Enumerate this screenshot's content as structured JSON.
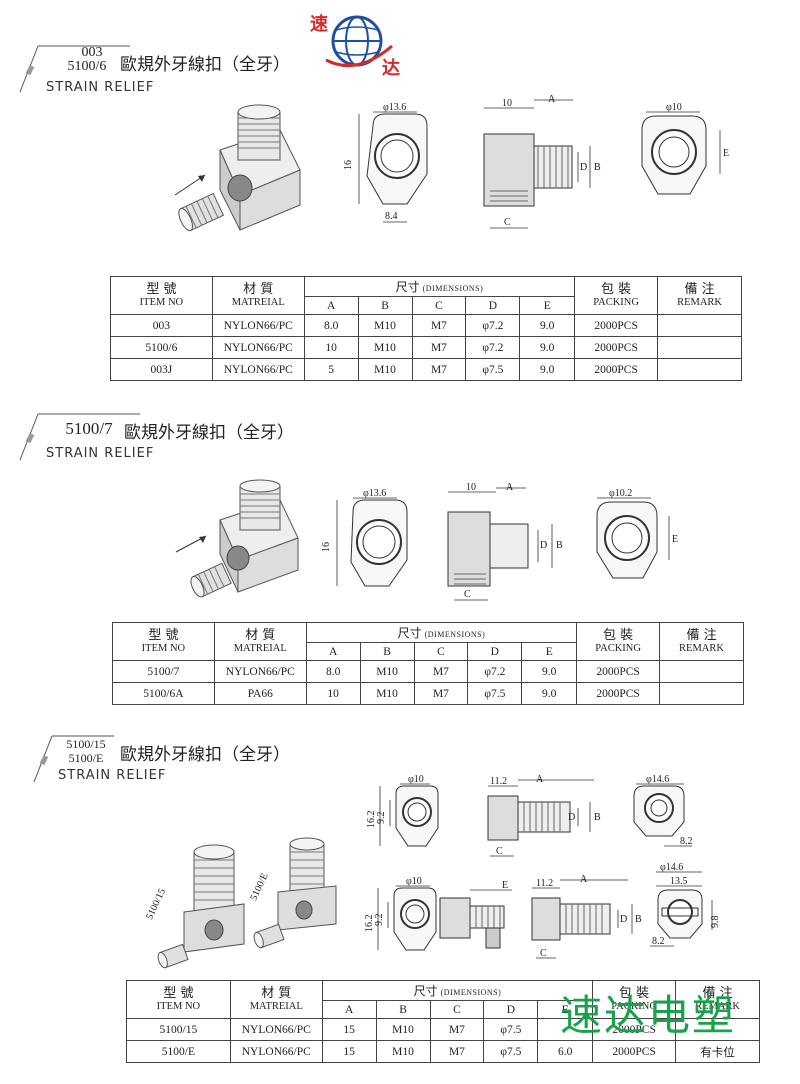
{
  "logo": {
    "char_top": "速",
    "char_bottom": "达",
    "red": "#d42a2a",
    "blue": "#1f4fa0"
  },
  "watermark": {
    "text": "速达电塑",
    "color": "#16a34a"
  },
  "sections": [
    {
      "codes": [
        "003",
        "5100/6"
      ],
      "title": "歐規外牙線扣（全牙）",
      "subtitle": "STRAIN RELIEF",
      "dims": {
        "top_left": "φ13.6",
        "left_h": "16",
        "bottom": "8.4",
        "side_top": "10",
        "A": "A",
        "B": "B",
        "C": "C",
        "D": "D",
        "E": "E",
        "right_top": "φ10"
      },
      "table": {
        "h_type_zh": "型 號",
        "h_type_en": "ITEM NO",
        "h_mat_zh": "材 質",
        "h_mat_en": "MATREIAL",
        "h_dim_zh": "尺寸",
        "h_dim_en": "(DIMENSIONS)",
        "h_pack_zh": "包 裝",
        "h_pack_en": "PACKING",
        "h_rem_zh": "備 注",
        "h_rem_en": "REMARK",
        "cols": [
          "A",
          "B",
          "C",
          "D",
          "E"
        ],
        "rows": [
          [
            "003",
            "NYLON66/PC",
            "8.0",
            "M10",
            "M7",
            "φ7.2",
            "9.0",
            "2000PCS",
            ""
          ],
          [
            "5100/6",
            "NYLON66/PC",
            "10",
            "M10",
            "M7",
            "φ7.2",
            "9.0",
            "2000PCS",
            ""
          ],
          [
            "003J",
            "NYLON66/PC",
            "5",
            "M10",
            "M7",
            "φ7.5",
            "9.0",
            "2000PCS",
            ""
          ]
        ]
      }
    },
    {
      "codes": [
        "5100/7"
      ],
      "title": "歐規外牙線扣（全牙）",
      "subtitle": "STRAIN RELIEF",
      "dims": {
        "top_left": "φ13.6",
        "left_h": "16",
        "side_top": "10",
        "A": "A",
        "B": "B",
        "C": "C",
        "D": "D",
        "E": "E",
        "right_top": "φ10.2"
      },
      "table": {
        "h_type_zh": "型 號",
        "h_type_en": "ITEM NO",
        "h_mat_zh": "材 質",
        "h_mat_en": "MATREIAL",
        "h_dim_zh": "尺寸",
        "h_dim_en": "(DIMENSIONS)",
        "h_pack_zh": "包 裝",
        "h_pack_en": "PACKING",
        "h_rem_zh": "備 注",
        "h_rem_en": "REMARK",
        "cols": [
          "A",
          "B",
          "C",
          "D",
          "E"
        ],
        "rows": [
          [
            "5100/7",
            "NYLON66/PC",
            "8.0",
            "M10",
            "M7",
            "φ7.2",
            "9.0",
            "2000PCS",
            ""
          ],
          [
            "5100/6A",
            "PA66",
            "10",
            "M10",
            "M7",
            "φ7.5",
            "9.0",
            "2000PCS",
            ""
          ]
        ]
      }
    },
    {
      "codes": [
        "5100/15",
        "5100/E"
      ],
      "title": "歐規外牙線扣（全牙）",
      "subtitle": "STRAIN RELIEF",
      "dims": {
        "d1_top": "φ10",
        "d1_left": "16.2",
        "d1_inner": "9.2",
        "side1_top": "11.2",
        "A": "A",
        "B": "B",
        "C": "C",
        "D": "D",
        "E": "E",
        "r1_top": "φ14.6",
        "r1_bot": "8.2",
        "d2_top": "φ10",
        "d2_left": "16.2",
        "d2_inner": "9.2",
        "side2_top": "11.2",
        "r2_top": "φ14.6",
        "r2_mid": "13.5",
        "r2_bot": "8.2",
        "r2_side": "9.8",
        "label_15": "5100/15",
        "label_e": "5100/E"
      },
      "table": {
        "h_type_zh": "型 號",
        "h_type_en": "ITEM NO",
        "h_mat_zh": "材 質",
        "h_mat_en": "MATREIAL",
        "h_dim_zh": "尺寸",
        "h_dim_en": "(DIMENSIONS)",
        "h_pack_zh": "包 裝",
        "h_pack_en": "PACKING",
        "h_rem_zh": "備 注",
        "h_rem_en": "REMARK",
        "cols": [
          "A",
          "B",
          "C",
          "D",
          "E"
        ],
        "rows": [
          [
            "5100/15",
            "NYLON66/PC",
            "15",
            "M10",
            "M7",
            "φ7.5",
            "",
            "2000PCS",
            ""
          ],
          [
            "5100/E",
            "NYLON66/PC",
            "15",
            "M10",
            "M7",
            "φ7.5",
            "6.0",
            "2000PCS",
            "有卡位"
          ]
        ]
      }
    }
  ]
}
